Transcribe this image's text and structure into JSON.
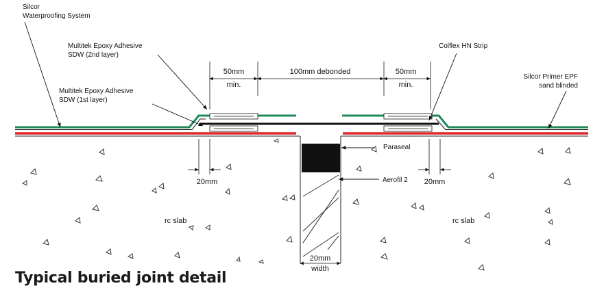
{
  "title": "Typical buried joint detail",
  "labels": {
    "silcor_line1": "Silcor",
    "silcor_line2": "Waterproofing System",
    "multitek2_line1": "Multitek Epoxy Adhesive",
    "multitek2_line2": "SDW (2nd layer)",
    "multitek1_line1": "Multitek Epoxy Adhesive",
    "multitek1_line2": "SDW (1st layer)",
    "colflex": "Colflex HN Strip",
    "primer_line1": "Silcor Primer EPF",
    "primer_line2": "sand blinded",
    "paraseal": "Paraseal",
    "aerofil": "Aerofil 2",
    "rc_slab_left": "rc slab",
    "rc_slab_right": "rc slab"
  },
  "dimensions": {
    "left_50": "50mm",
    "left_min": "min.",
    "debonded": "100mm debonded",
    "right_50": "50mm",
    "right_min": "min.",
    "left_20": "20mm",
    "right_20": "20mm",
    "gap_20": "20mm",
    "gap_width": "width"
  },
  "colors": {
    "membrane_green": "#1e8a5a",
    "primer_red": "#e0262c",
    "ink": "#111111"
  }
}
